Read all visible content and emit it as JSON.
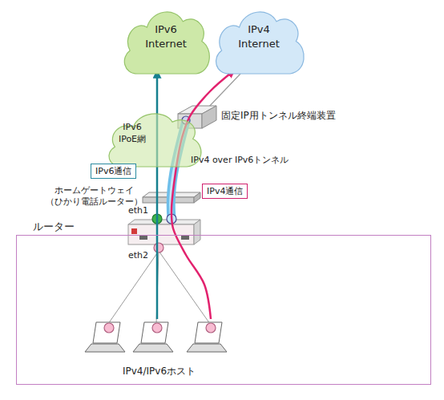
{
  "diagram": {
    "nodes": [
      {
        "text": [
          "IPv6 Internet"
        ]
      },
      {
        "text": [
          "IPv4 Internet"
        ]
      },
      {
        "text": [
          "固定IP用トンネル終端装置"
        ]
      },
      {
        "text": [
          "IPv6 IPoE網"
        ]
      },
      {
        "text": [
          "IPv6通信"
        ]
      },
      {
        "text": [
          "IPv4通信"
        ]
      },
      {
        "text": [
          "ホームゲートウェイ （ひかり電話ルーター）"
        ]
      },
      {
        "text": [
          "ルーター"
        ]
      },
      {
        "text": [
          "IPv4/IPv6ホスト"
        ],
        "in": 7
      }
    ],
    "edges": [
      {
        "from": 8,
        "to": 0,
        "arrow": "to"
      },
      {
        "from": 8,
        "to": 1,
        "arrow": "to"
      }
    ],
    "labels": [
      "IPv4 over IPv6トンネル",
      "eth1",
      "eth2"
    ]
  }
}
